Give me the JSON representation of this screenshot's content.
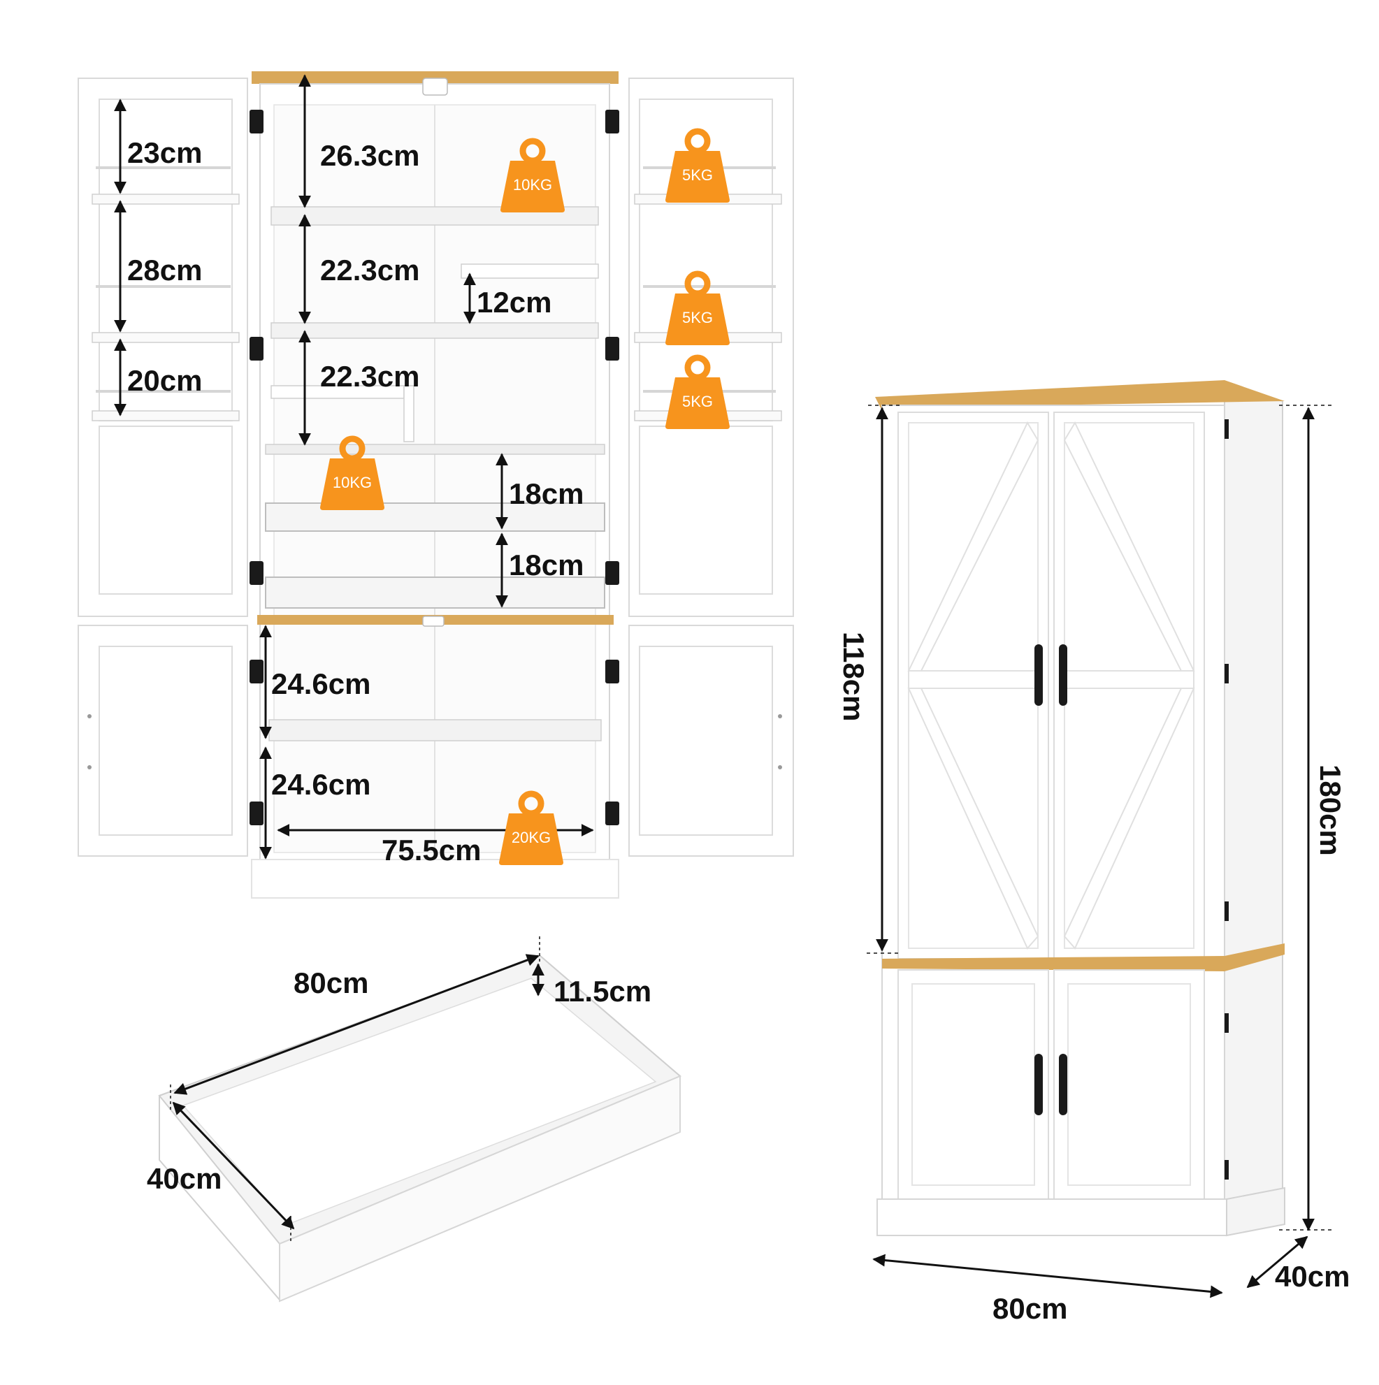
{
  "colors": {
    "weight_badge": "#f7941d",
    "wood_trim": "#d9a85a",
    "cabinet_white": "#ffffff",
    "panel_gray": "#e6e6e6",
    "arrow_black": "#111111",
    "hardware_black": "#1a1a1a"
  },
  "icons": {
    "weight": "kettlebell-weight-icon",
    "handle": "bar-handle-icon",
    "hinge": "hinge-icon"
  },
  "interior_view": {
    "left_door": {
      "d1": "23cm",
      "d2": "28cm",
      "d3": "20cm"
    },
    "center": {
      "top": "26.3cm",
      "s2": "22.3cm",
      "riser": "12cm",
      "s3": "22.3cm",
      "drawer1": "18cm",
      "drawer2": "18cm",
      "lower1": "24.6cm",
      "lower2": "24.6cm",
      "inner_width": "75.5cm"
    },
    "weights": {
      "top_shelf": "10KG",
      "door_shelf_1": "5KG",
      "door_shelf_2": "5KG",
      "door_shelf_3": "5KG",
      "drawer": "10KG",
      "bottom": "20KG"
    }
  },
  "drawer_view": {
    "length": "80cm",
    "depth": "40cm",
    "height": "11.5cm"
  },
  "exterior_view": {
    "height_total": "180cm",
    "height_upper": "118cm",
    "width": "80cm",
    "depth": "40cm"
  }
}
